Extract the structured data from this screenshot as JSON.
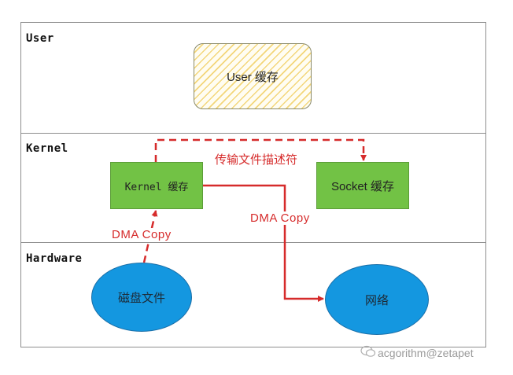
{
  "layers": {
    "user": "User",
    "kernel": "Kernel",
    "hardware": "Hardware"
  },
  "nodes": {
    "user_cache": "User 缓存",
    "kernel_cache": "Kernel 缓存",
    "socket_cache": "Socket 缓存",
    "disk_file": "磁盘文件",
    "network": "网络"
  },
  "edges": {
    "disk_to_kernel": "DMA Copy",
    "kernel_to_network": "DMA Copy",
    "descriptor": "传输文件描述符"
  },
  "colors": {
    "arrow_red": "#d62b2b",
    "node_green": "#72c245",
    "ellipse_blue": "#1497e0",
    "user_hatch": "#f3d67a"
  },
  "watermark": "acgorithm@zetapet"
}
